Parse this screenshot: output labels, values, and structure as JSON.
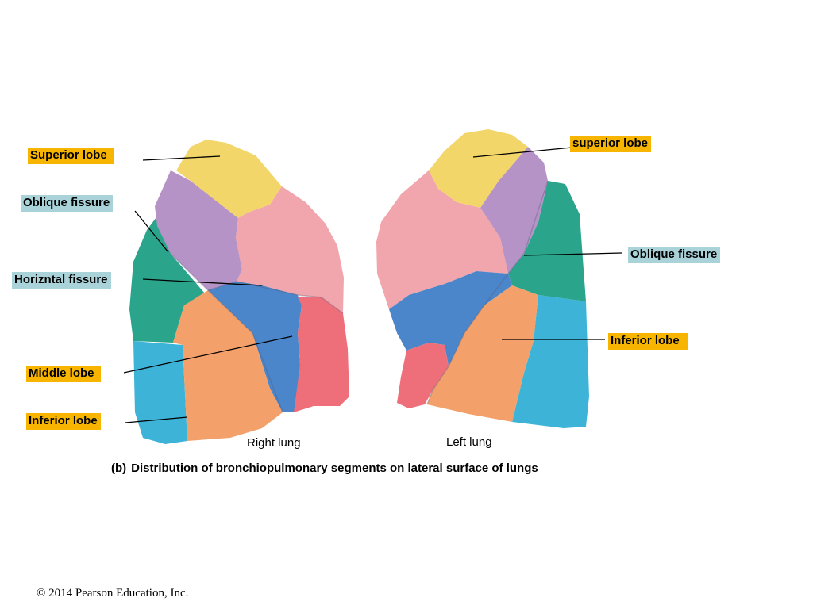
{
  "labels": {
    "right_superior": "Superior lobe",
    "right_oblique": "Oblique fissure",
    "right_horizontal": "Horizntal fissure",
    "right_middle": "Middle lobe",
    "right_inferior": "Inferior lobe",
    "left_superior": "superior lobe",
    "left_oblique": "Oblique fissure",
    "left_inferior": "Inferior lobe"
  },
  "lung_names": {
    "right": "Right lung",
    "left": "Left lung"
  },
  "caption": {
    "tag": "(b)",
    "text": "Distribution of bronchiopulmonary segments on lateral surface of lungs"
  },
  "copyright": "© 2014 Pearson Education, Inc.",
  "colors": {
    "yellow": "#f3d66a",
    "purple": "#b593c6",
    "pink": "#f1a5ac",
    "teal": "#2aa58c",
    "blue": "#4a86c9",
    "cyan": "#3db3d8",
    "orange": "#f3a06a",
    "red": "#ee6f7a",
    "label_orange": "#f7b500",
    "label_teal": "#a9d3d9"
  }
}
